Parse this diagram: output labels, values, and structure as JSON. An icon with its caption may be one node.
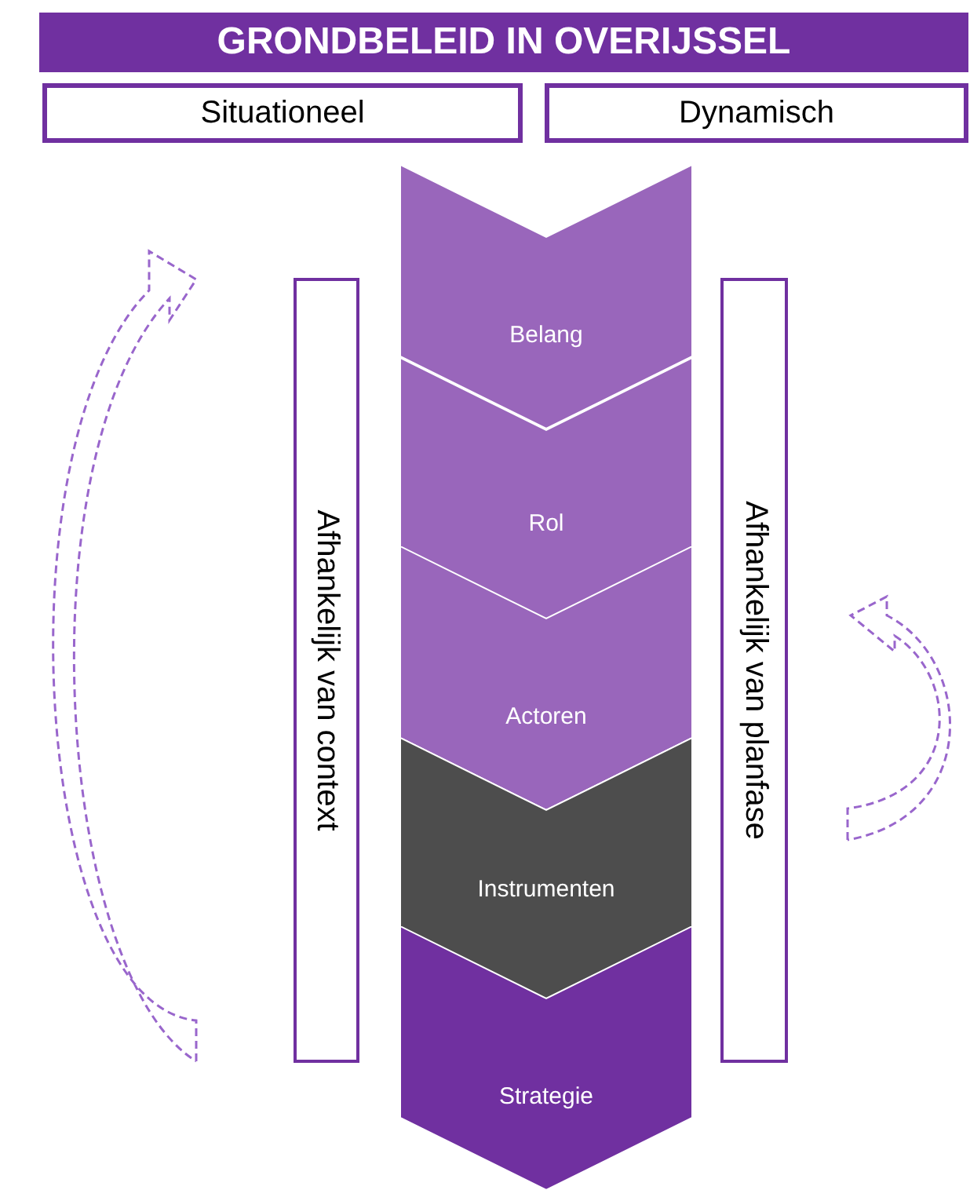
{
  "diagram": {
    "title": "GRONDBELEID IN OVERIJSSEL",
    "nodes": [
      {
        "text": [
          "Situationeel"
        ]
      },
      {
        "text": [
          "Dynamisch"
        ]
      },
      {
        "text": [
          "Afhankelijk van context"
        ]
      },
      {
        "text": [
          "Afhankelijk van planfase"
        ]
      },
      {
        "text": [
          "Belang"
        ]
      },
      {
        "text": [
          "Rol"
        ]
      },
      {
        "text": [
          "Actoren"
        ]
      },
      {
        "text": [
          "Instrumenten"
        ]
      },
      {
        "text": [
          "Strategie"
        ]
      }
    ],
    "edges": []
  }
}
